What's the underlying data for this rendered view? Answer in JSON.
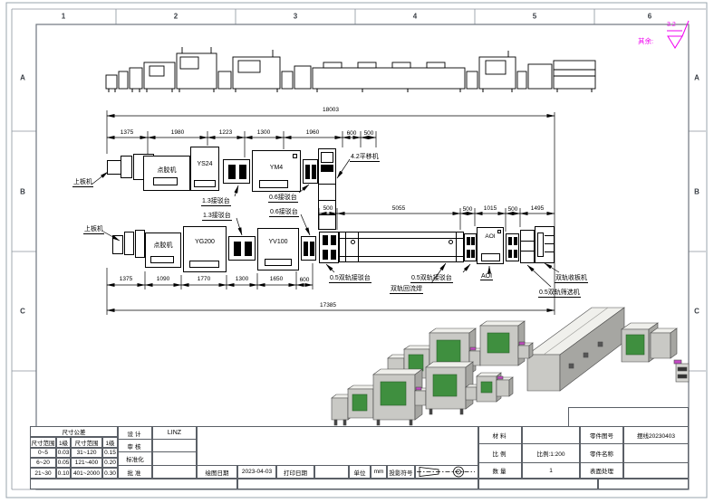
{
  "zones": {
    "cols": [
      "1",
      "2",
      "3",
      "4",
      "5",
      "6"
    ],
    "rows": [
      "A",
      "B",
      "C"
    ]
  },
  "finish": {
    "note": "其余:",
    "value": "3.2",
    "color": "#f000f0"
  },
  "plan": {
    "overall_top": "18003",
    "overall_bottom": "17385",
    "dims_top": [
      "1375",
      "1980",
      "1223",
      "1300",
      "1960",
      "600",
      "500"
    ],
    "dims_mid": [
      "500",
      "5055",
      "500",
      "1015",
      "500",
      "1495"
    ],
    "dims_bottom": [
      "1375",
      "1090",
      "1770",
      "1300",
      "1650",
      "600"
    ],
    "machines": {
      "loader": "上板机",
      "dispenser": "点胶机",
      "ys24": "YS24",
      "ym4": "YM4",
      "yg200": "YG200",
      "yv100": "YV100",
      "conn13": "1.3接驳台",
      "conn06": "0.6接驳台",
      "transfer": "4.2平移机",
      "dual_conn": "0.5双轨接驳台",
      "reflow": "双轨回流焊",
      "aoi": "AOI",
      "sorter": "0.5双轨筛选机",
      "collector": "双轨收板机"
    }
  },
  "tol": {
    "title": "尺寸公差",
    "headers": [
      "尺寸范围",
      "1级",
      "尺寸范围",
      "1级"
    ],
    "rows": [
      [
        "0~5",
        "0.03",
        "31~120",
        "0.15"
      ],
      [
        "6~20",
        "0.05",
        "121~400",
        "0.20"
      ],
      [
        "21~30",
        "0.10",
        "401~2000",
        "0.30"
      ]
    ]
  },
  "tb": {
    "design_label": "设计",
    "design": "LINZ",
    "check_label": "审核",
    "standard_label": "标准化",
    "approve_label": "批准",
    "draw_date_label": "绘图日期",
    "draw_date": "2023-04-03",
    "print_date_label": "打印日期",
    "unit_label": "单位",
    "unit": "mm",
    "projection_label": "投影符号",
    "material_label": "材料",
    "scale_label": "比例",
    "scale": "比例:1:200",
    "qty_label": "数量",
    "qty": "1",
    "part_no_label": "零件图号",
    "part_no": "摆线20230403",
    "part_name_label": "零件名称",
    "surface_label": "表面处理"
  }
}
